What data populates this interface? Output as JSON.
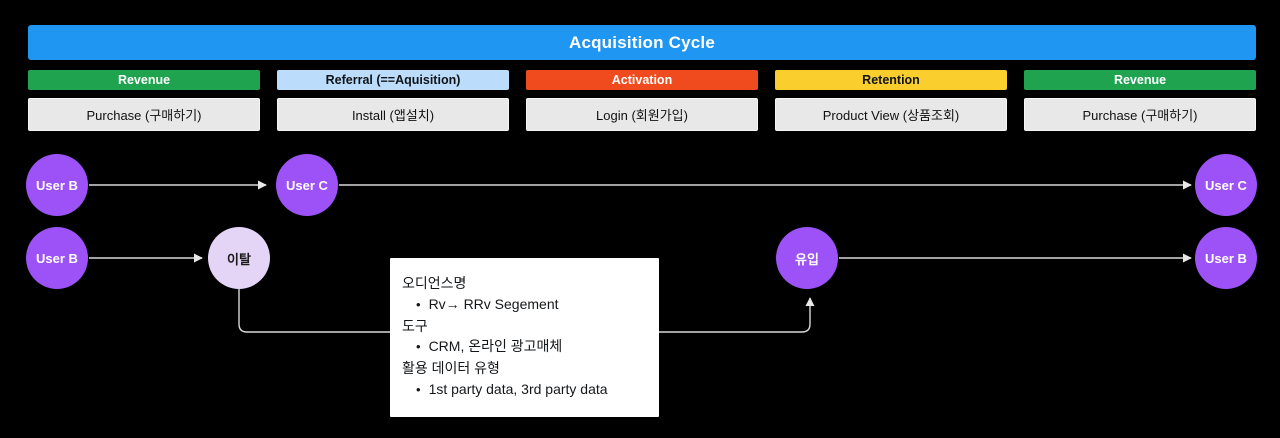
{
  "title_banner": {
    "label": "Acquisition Cycle",
    "bg_color": "#1E96F2",
    "text_color": "#FFFFFF"
  },
  "stages": [
    {
      "label": "Revenue",
      "bg_color": "#1FA34F",
      "text_color": "#FFFFFF",
      "action": "Purchase (구매하기)"
    },
    {
      "label": "Referral (==Aquisition)",
      "bg_color": "#BBDCFA",
      "text_color": "#101418",
      "action": "Install (앱설치)"
    },
    {
      "label": "Activation",
      "bg_color": "#F04B1F",
      "text_color": "#FFFFFF",
      "action": "Login (회원가입)"
    },
    {
      "label": "Retention",
      "bg_color": "#FACE2C",
      "text_color": "#101418",
      "action": "Product View (상품조회)"
    },
    {
      "label": "Revenue",
      "bg_color": "#1FA34F",
      "text_color": "#FFFFFF",
      "action": "Purchase (구매하기)"
    }
  ],
  "nodes": {
    "row1_left_user_b": {
      "label": "User B"
    },
    "row1_mid_user_c": {
      "label": "User C"
    },
    "row1_right_user_c": {
      "label": "User C"
    },
    "row2_left_user_b": {
      "label": "User B"
    },
    "row2_churn": {
      "label": "이탈"
    },
    "row2_inflow": {
      "label": "유입"
    },
    "row2_right_user_b": {
      "label": "User B"
    },
    "colors": {
      "user_node_bg": "#9C52F6",
      "user_node_text": "#FFFFFF",
      "churn_node_bg": "#E4D4F6",
      "churn_node_text": "#1A1A1A"
    }
  },
  "arrows": {
    "color": "#D9D9D9"
  },
  "note_box": {
    "bg_color": "#FFFFFF",
    "items": [
      {
        "type": "heading",
        "text": "오디언스명"
      },
      {
        "type": "bullet",
        "text": "Rv→ RRv Segement"
      },
      {
        "type": "heading",
        "text": "도구"
      },
      {
        "type": "bullet",
        "text": "CRM, 온라인 광고매체"
      },
      {
        "type": "heading",
        "text": "활용 데이터 유형"
      },
      {
        "type": "bullet",
        "text": "1st party data, 3rd party data"
      }
    ]
  }
}
